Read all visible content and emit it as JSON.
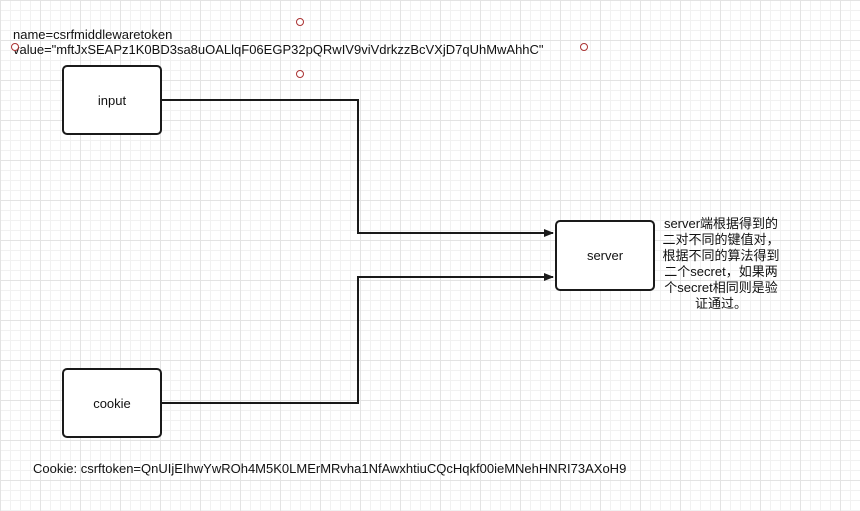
{
  "nodes": {
    "input": "input",
    "cookie": "cookie",
    "server": "server"
  },
  "csrf_field": {
    "name_line": "name=csrfmiddlewaretoken",
    "value_line": "value=\"mftJxSEAPz1K0BD3sa8uOALlqF06EGP32pQRwIV9viVdrkzzBcVXjD7qUhMwAhhC\""
  },
  "server_note": "server端根据得到的二对不同的键值对，根据不同的算法得到二个secret，如果两个secret相同则是验证通过。",
  "cookie_line": "Cookie: csrftoken=QnUIjEIhwYwROh4M5K0LMErMRvha1NfAwxhtiuCQcHqkf00ieMNehHNRI73AXoH9",
  "colors": {
    "line": "#1a1a1a",
    "grid": "#e3e3e3",
    "handle": "#a33333"
  }
}
